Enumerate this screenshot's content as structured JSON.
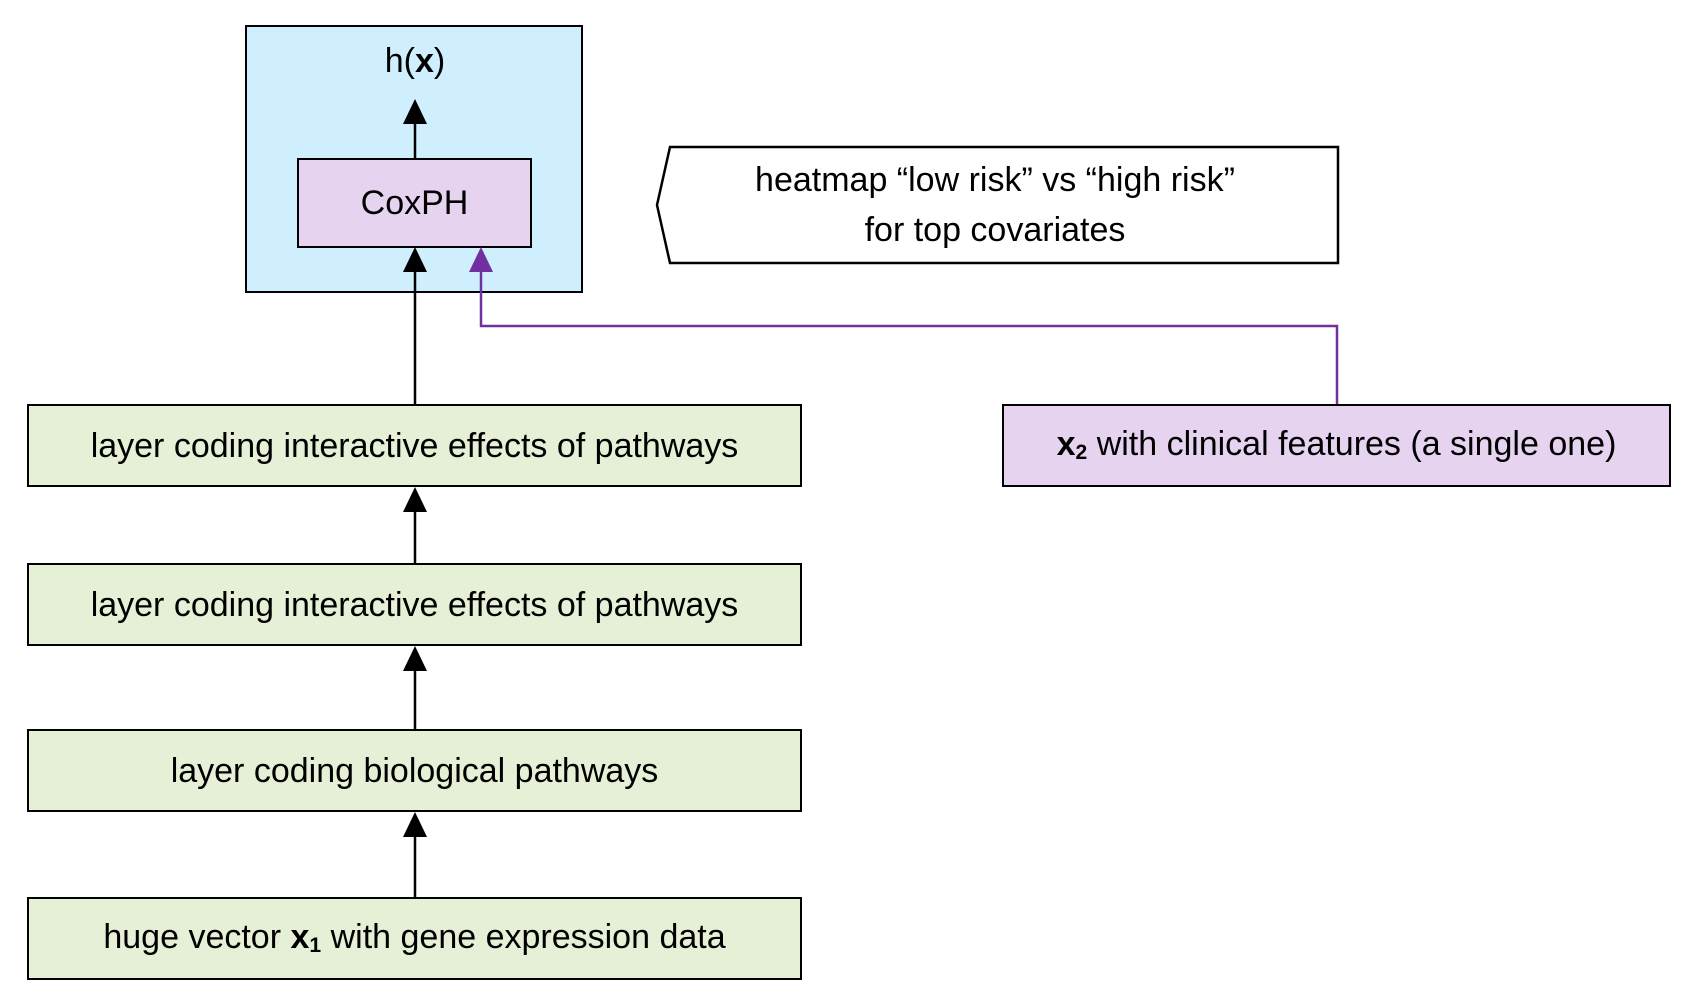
{
  "output": {
    "prefix": "h(",
    "var": "x",
    "suffix": ")"
  },
  "coxph": {
    "label": "CoxPH"
  },
  "callout": {
    "text": "heatmap “low risk” vs “high risk”\nfor top covariates"
  },
  "layers": {
    "interactive_upper": "layer coding interactive effects of pathways",
    "interactive_lower": "layer coding interactive effects of pathways",
    "pathways": "layer coding biological pathways"
  },
  "input_gene": {
    "prefix": "huge vector ",
    "var": "x",
    "sub": "1",
    "suffix": " with gene expression data"
  },
  "input_clinical": {
    "var": "x",
    "sub": "2",
    "suffix": " with clinical features (a single one)"
  },
  "colors": {
    "model_block_fill": "#cfefff",
    "layer_fill": "#e5f0d6",
    "clinical_fill": "#e6d3f0",
    "clinical_connector": "#7030a0"
  }
}
